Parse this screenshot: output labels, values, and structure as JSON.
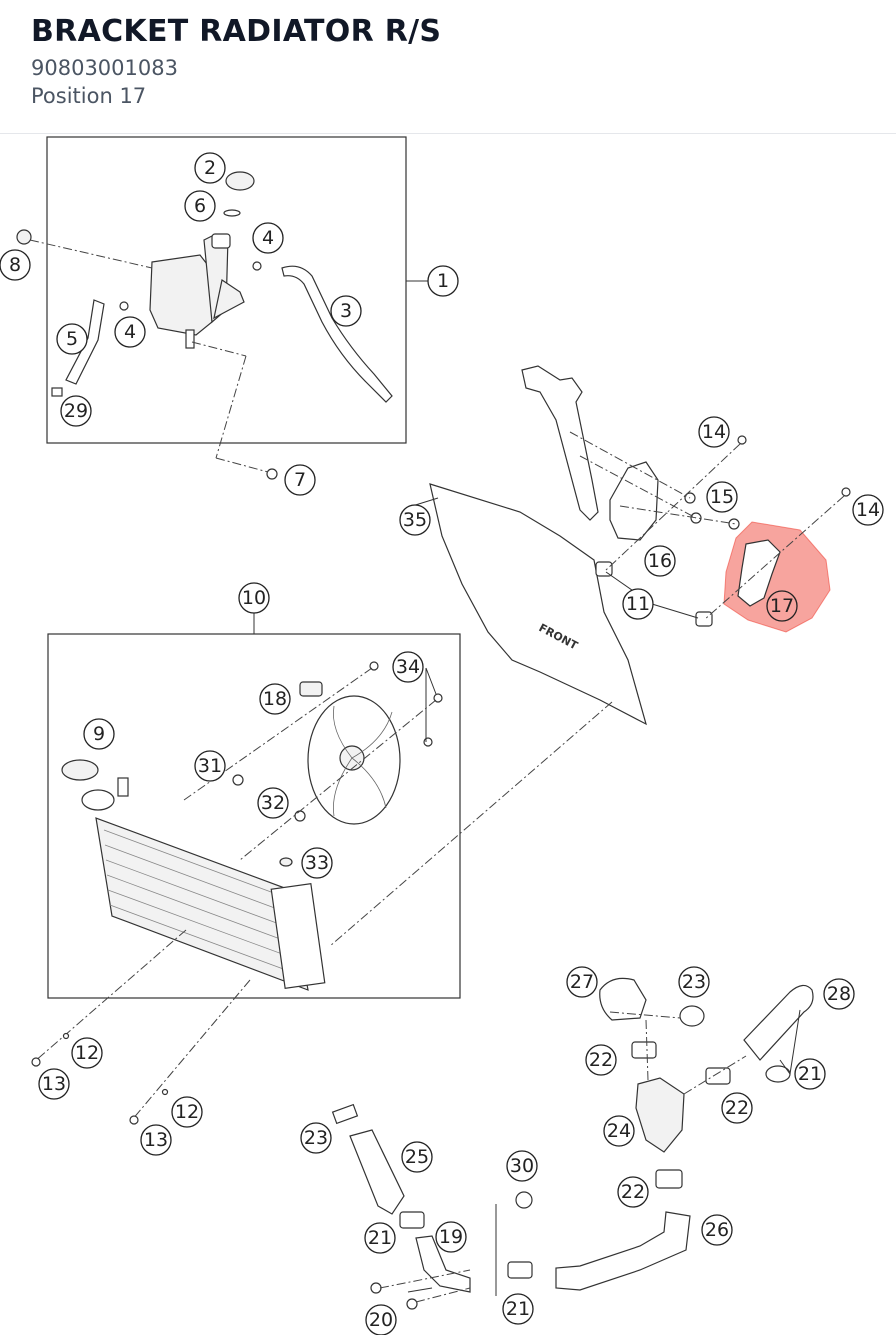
{
  "header": {
    "title": "BRACKET RADIATOR R/S",
    "part_number": "90803001083",
    "position": "Position 17"
  },
  "highlight": {
    "callout": "17",
    "color": "#f04a3e"
  },
  "callouts": {
    "c1": "1",
    "c2": "2",
    "c3": "3",
    "c4a": "4",
    "c4b": "4",
    "c5": "5",
    "c6": "6",
    "c7": "7",
    "c8": "8",
    "c9": "9",
    "c10": "10",
    "c11": "11",
    "c12a": "12",
    "c12b": "12",
    "c13a": "13",
    "c13b": "13",
    "c14a": "14",
    "c14b": "14",
    "c15": "15",
    "c16": "16",
    "c17": "17",
    "c18": "18",
    "c19": "19",
    "c20": "20",
    "c21a": "21",
    "c21b": "21",
    "c21c": "21",
    "c22a": "22",
    "c22b": "22",
    "c22c": "22",
    "c23a": "23",
    "c23b": "23",
    "c24": "24",
    "c25": "25",
    "c26": "26",
    "c27": "27",
    "c28": "28",
    "c29": "29",
    "c30": "30",
    "c31": "31",
    "c32": "32",
    "c33": "33",
    "c34": "34",
    "c35": "35"
  },
  "labels": {
    "front": "FRONT"
  }
}
